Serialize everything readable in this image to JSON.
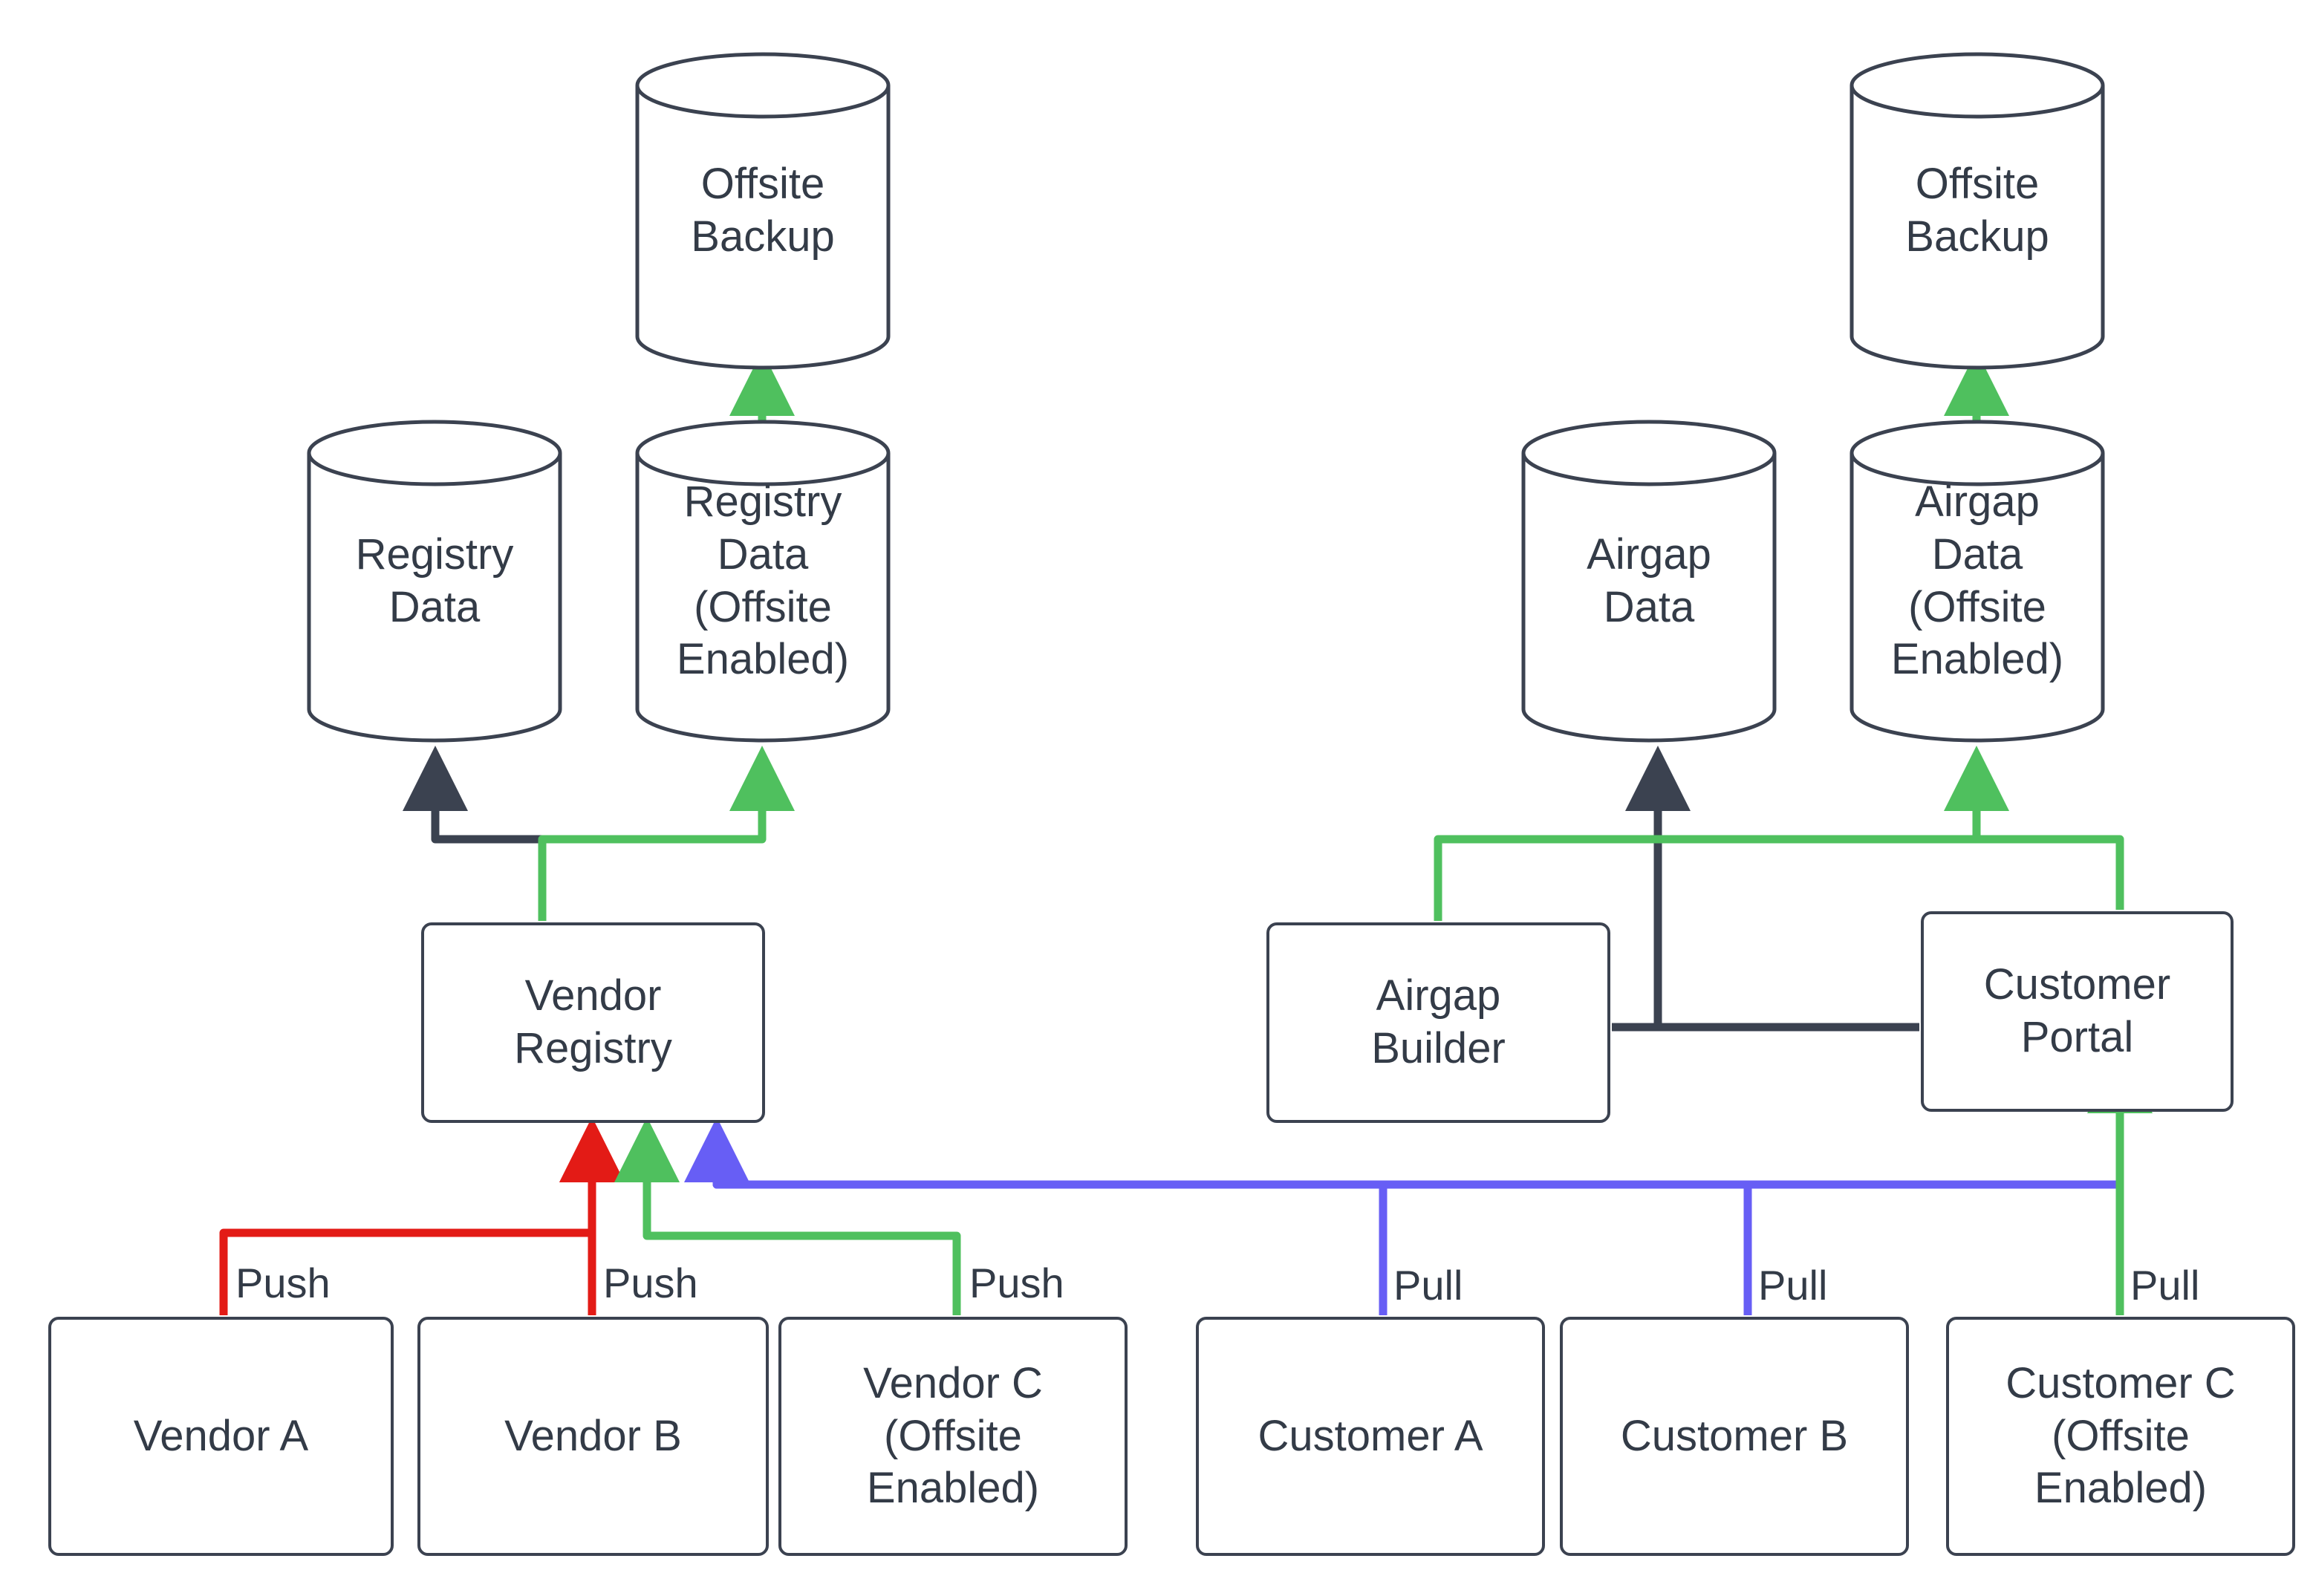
{
  "diagram": {
    "title": "Registry and Airgap Data Flow with Offsite Backup",
    "background": "#ffffff",
    "node_border_color": "#3b4250",
    "text_color": "#333b47",
    "edge_colors": {
      "default": "#3b4250",
      "green": "#4fc05e",
      "red": "#e31b16",
      "purple": "#675ef5"
    }
  },
  "nodes": {
    "offsite_backup_left": "Offsite\nBackup",
    "offsite_backup_right": "Offsite\nBackup",
    "registry_data": "Registry\nData",
    "registry_data_offsite": "Registry\nData\n(Offsite\nEnabled)",
    "airgap_data": "Airgap\nData",
    "airgap_data_offsite": "Airgap\nData\n(Offsite\nEnabled)",
    "vendor_registry": "Vendor\nRegistry",
    "airgap_builder": "Airgap\nBuilder",
    "customer_portal": "Customer\nPortal",
    "vendor_a": "Vendor A",
    "vendor_b": "Vendor B",
    "vendor_c": "Vendor C\n(Offsite\nEnabled)",
    "customer_a": "Customer A",
    "customer_b": "Customer B",
    "customer_c": "Customer C\n(Offsite\nEnabled)"
  },
  "edge_labels": {
    "push_a": "Push",
    "push_b": "Push",
    "push_c": "Push",
    "pull_a": "Pull",
    "pull_b": "Pull",
    "pull_c": "Pull"
  }
}
